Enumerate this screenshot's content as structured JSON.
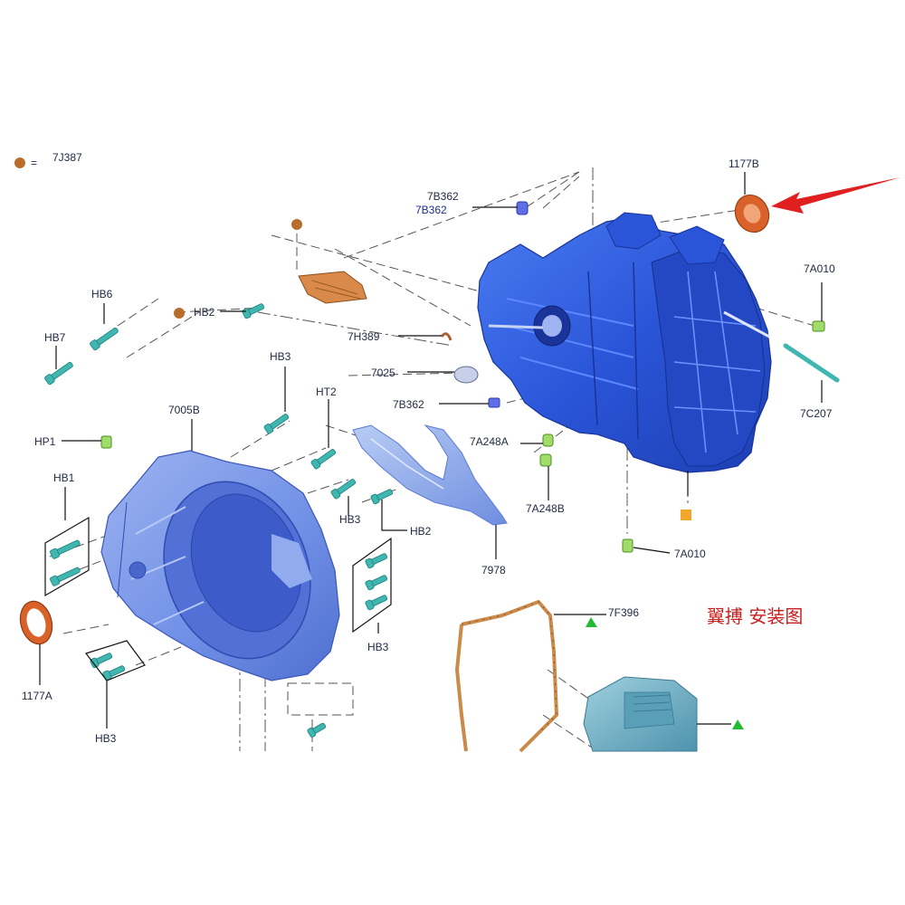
{
  "legend": {
    "dot_color": "#b86e2a",
    "eq": "=",
    "code": "7J387"
  },
  "caption": "翼搏 安装图",
  "colors": {
    "housing_blue": "#2f5fe0",
    "housing_light": "#6f8fe6",
    "bolt_teal": "#3fb6b0",
    "seal_orange": "#d9622a",
    "gasket": "#c98a4a",
    "pan": "#6fb3c9",
    "arrow_red": "#e02020",
    "marker_green": "#22bb33",
    "marker_orange": "#f2a62a",
    "dot_brown": "#b86e2a"
  },
  "labels": {
    "p1177B": "1177B",
    "p7B362_top": "7B362",
    "p7B362_ghost": "7B362",
    "p7A010_right": "7A010",
    "p7C207": "7C207",
    "p7H389": "7H389",
    "p7025": "7025",
    "p7B362_mid": "7B362",
    "p7A248A": "7A248A",
    "p7A248B": "7A248B",
    "p7A010_bottom": "7A010",
    "p7F396": "7F396",
    "pHB6": "HB6",
    "pHB7": "HB7",
    "pHB2_top": "HB2",
    "pHB3_top": "HB3",
    "pHT2": "HT2",
    "p7005B": "7005B",
    "pHP1": "HP1",
    "pHB1": "HB1",
    "pHB3_mid": "HB3",
    "pHB2_mid": "HB2",
    "p7978": "7978",
    "pHB3_right": "HB3",
    "p1177A": "1177A",
    "pHB3_bottom": "HB3"
  }
}
